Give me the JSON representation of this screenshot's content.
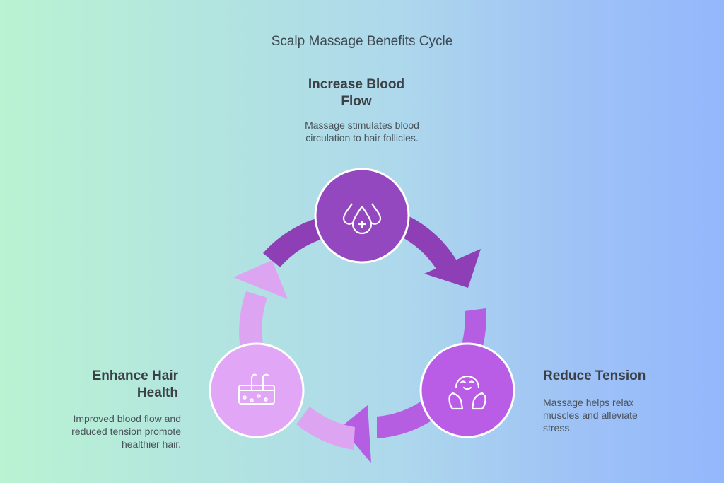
{
  "title": "Scalp Massage Benefits Cycle",
  "steps": [
    {
      "heading": "Increase Blood Flow",
      "heading_lines": [
        "Increase Blood",
        "Flow"
      ],
      "description": "Massage stimulates blood circulation to hair follicles.",
      "description_lines": [
        "Massage stimulates blood",
        "circulation to hair follicles."
      ],
      "icon": "blood-drops-icon",
      "color": "#9448bf"
    },
    {
      "heading": "Reduce Tension",
      "heading_lines": [
        "Reduce Tension"
      ],
      "description": "Massage helps relax muscles and alleviate stress.",
      "description_lines": [
        "Massage helps relax",
        "muscles and alleviate",
        "stress."
      ],
      "icon": "relaxed-face-icon",
      "color": "#b95ce6"
    },
    {
      "heading": "Enhance Hair Health",
      "heading_lines": [
        "Enhance Hair",
        "Health"
      ],
      "description": "Improved blood flow and reduced tension promote healthier hair.",
      "description_lines": [
        "Improved blood flow and",
        "reduced tension promote",
        "healthier hair."
      ],
      "icon": "hair-follicle-icon",
      "color": "#e1a6f5"
    }
  ],
  "colors": {
    "arrow_top": "#8e3fb5",
    "arrow_right": "#b65ee2",
    "arrow_left": "#dda4f2",
    "icon_stroke": "#ffffff",
    "text_dark": "#3b4047",
    "text_body": "#49525a"
  }
}
